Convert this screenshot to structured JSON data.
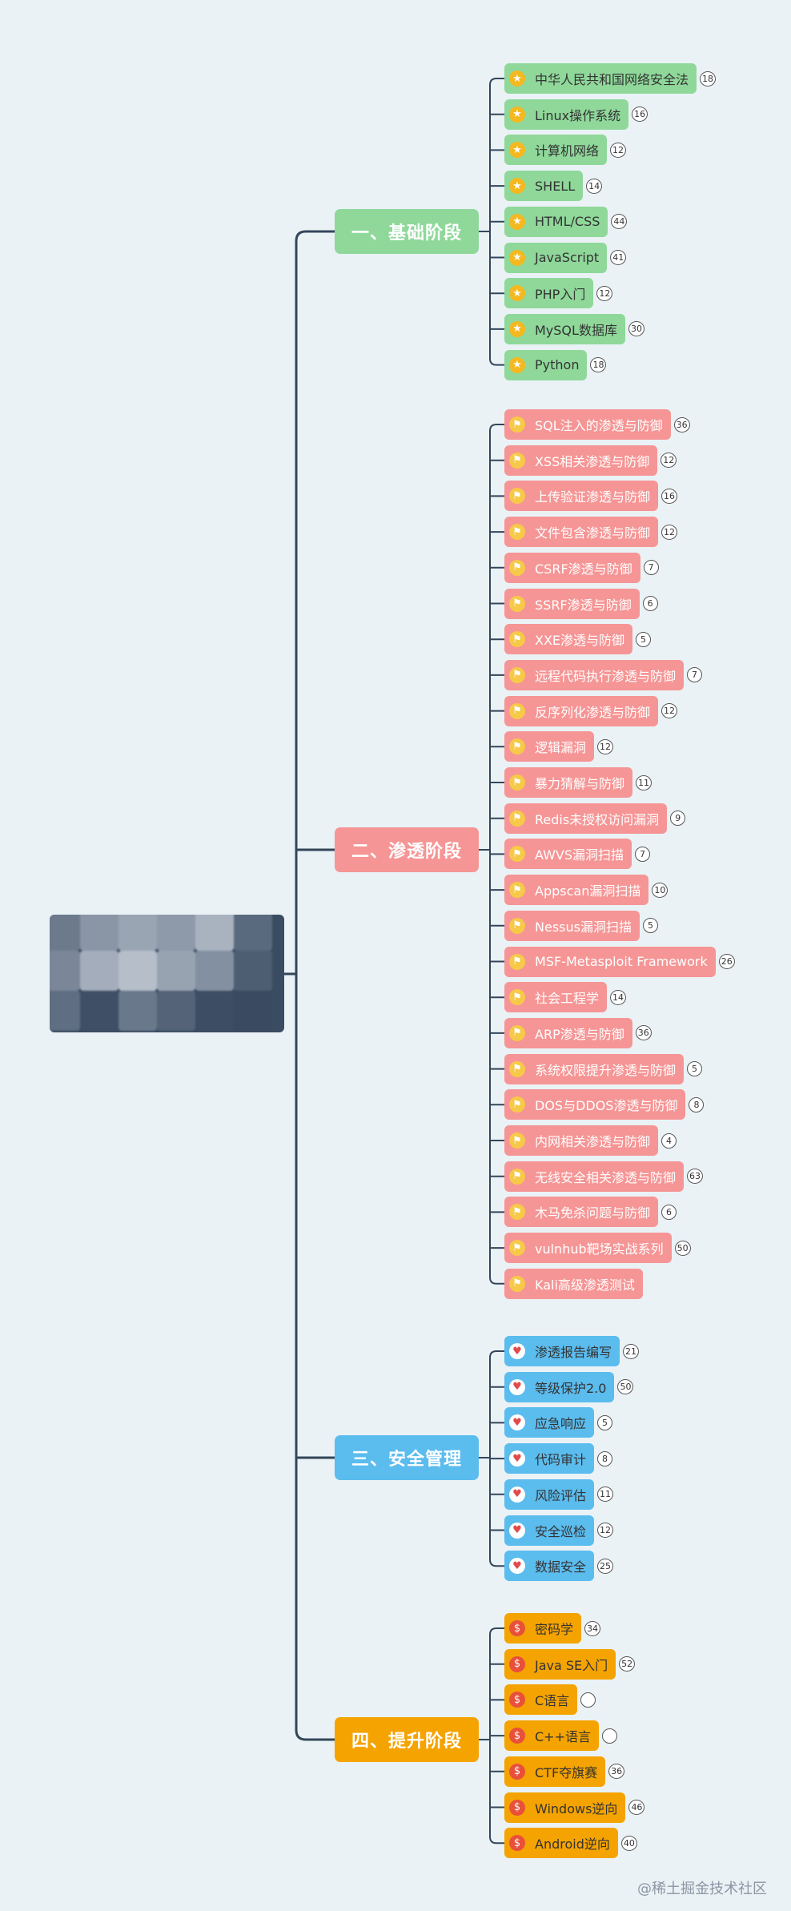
{
  "branches": [
    {
      "title": "一、基础阶段",
      "color": "#8fd89a",
      "icon": "star-icon",
      "items": [
        {
          "label": "中华人民共和国网络安全法",
          "count": "18"
        },
        {
          "label": "Linux操作系统",
          "count": "16"
        },
        {
          "label": "计算机网络",
          "count": "12"
        },
        {
          "label": "SHELL",
          "count": "14"
        },
        {
          "label": "HTML/CSS",
          "count": "44"
        },
        {
          "label": "JavaScript",
          "count": "41"
        },
        {
          "label": "PHP入门",
          "count": "12"
        },
        {
          "label": "MySQL数据库",
          "count": "30"
        },
        {
          "label": "Python",
          "count": "18"
        }
      ]
    },
    {
      "title": "二、渗透阶段",
      "color": "#f69595",
      "icon": "flag-icon",
      "items": [
        {
          "label": "SQL注入的渗透与防御",
          "count": "36"
        },
        {
          "label": "XSS相关渗透与防御",
          "count": "12"
        },
        {
          "label": "上传验证渗透与防御",
          "count": "16"
        },
        {
          "label": "文件包含渗透与防御",
          "count": "12"
        },
        {
          "label": "CSRF渗透与防御",
          "count": "7"
        },
        {
          "label": "SSRF渗透与防御",
          "count": "6"
        },
        {
          "label": "XXE渗透与防御",
          "count": "5"
        },
        {
          "label": "远程代码执行渗透与防御",
          "count": "7"
        },
        {
          "label": "反序列化渗透与防御",
          "count": "12"
        },
        {
          "label": "逻辑漏洞",
          "count": "12"
        },
        {
          "label": "暴力猜解与防御",
          "count": "11"
        },
        {
          "label": "Redis未授权访问漏洞",
          "count": "9"
        },
        {
          "label": "AWVS漏洞扫描",
          "count": "7"
        },
        {
          "label": "Appscan漏洞扫描",
          "count": "10"
        },
        {
          "label": "Nessus漏洞扫描",
          "count": "5"
        },
        {
          "label": "MSF-Metasploit Framework",
          "count": "26"
        },
        {
          "label": "社会工程学",
          "count": "14"
        },
        {
          "label": "ARP渗透与防御",
          "count": "36"
        },
        {
          "label": "系统权限提升渗透与防御",
          "count": "5"
        },
        {
          "label": "DOS与DDOS渗透与防御",
          "count": "8"
        },
        {
          "label": "内网相关渗透与防御",
          "count": "4"
        },
        {
          "label": "无线安全相关渗透与防御",
          "count": "63"
        },
        {
          "label": "木马免杀问题与防御",
          "count": "6"
        },
        {
          "label": "vulnhub靶场实战系列",
          "count": "50"
        },
        {
          "label": "Kali高级渗透测试",
          "count": ""
        }
      ]
    },
    {
      "title": "三、安全管理",
      "color": "#5bbcee",
      "icon": "heart-icon",
      "items": [
        {
          "label": "渗透报告编写",
          "count": "21"
        },
        {
          "label": "等级保护2.0",
          "count": "50"
        },
        {
          "label": "应急响应",
          "count": "5"
        },
        {
          "label": "代码审计",
          "count": "8"
        },
        {
          "label": "风险评估",
          "count": "11"
        },
        {
          "label": "安全巡检",
          "count": "12"
        },
        {
          "label": "数据安全",
          "count": "25"
        }
      ]
    },
    {
      "title": "四、提升阶段",
      "color": "#f5a300",
      "icon": "dollar-icon",
      "items": [
        {
          "label": "密码学",
          "count": "34"
        },
        {
          "label": "Java SE入门",
          "count": "52"
        },
        {
          "label": "C语言",
          "count": " "
        },
        {
          "label": "C++语言",
          "count": " "
        },
        {
          "label": "CTF夺旗赛",
          "count": "36"
        },
        {
          "label": "Windows逆向",
          "count": "46"
        },
        {
          "label": "Android逆向",
          "count": "40"
        }
      ]
    }
  ],
  "watermark": "@稀土掘金技术社区",
  "line_color": "#34465a"
}
